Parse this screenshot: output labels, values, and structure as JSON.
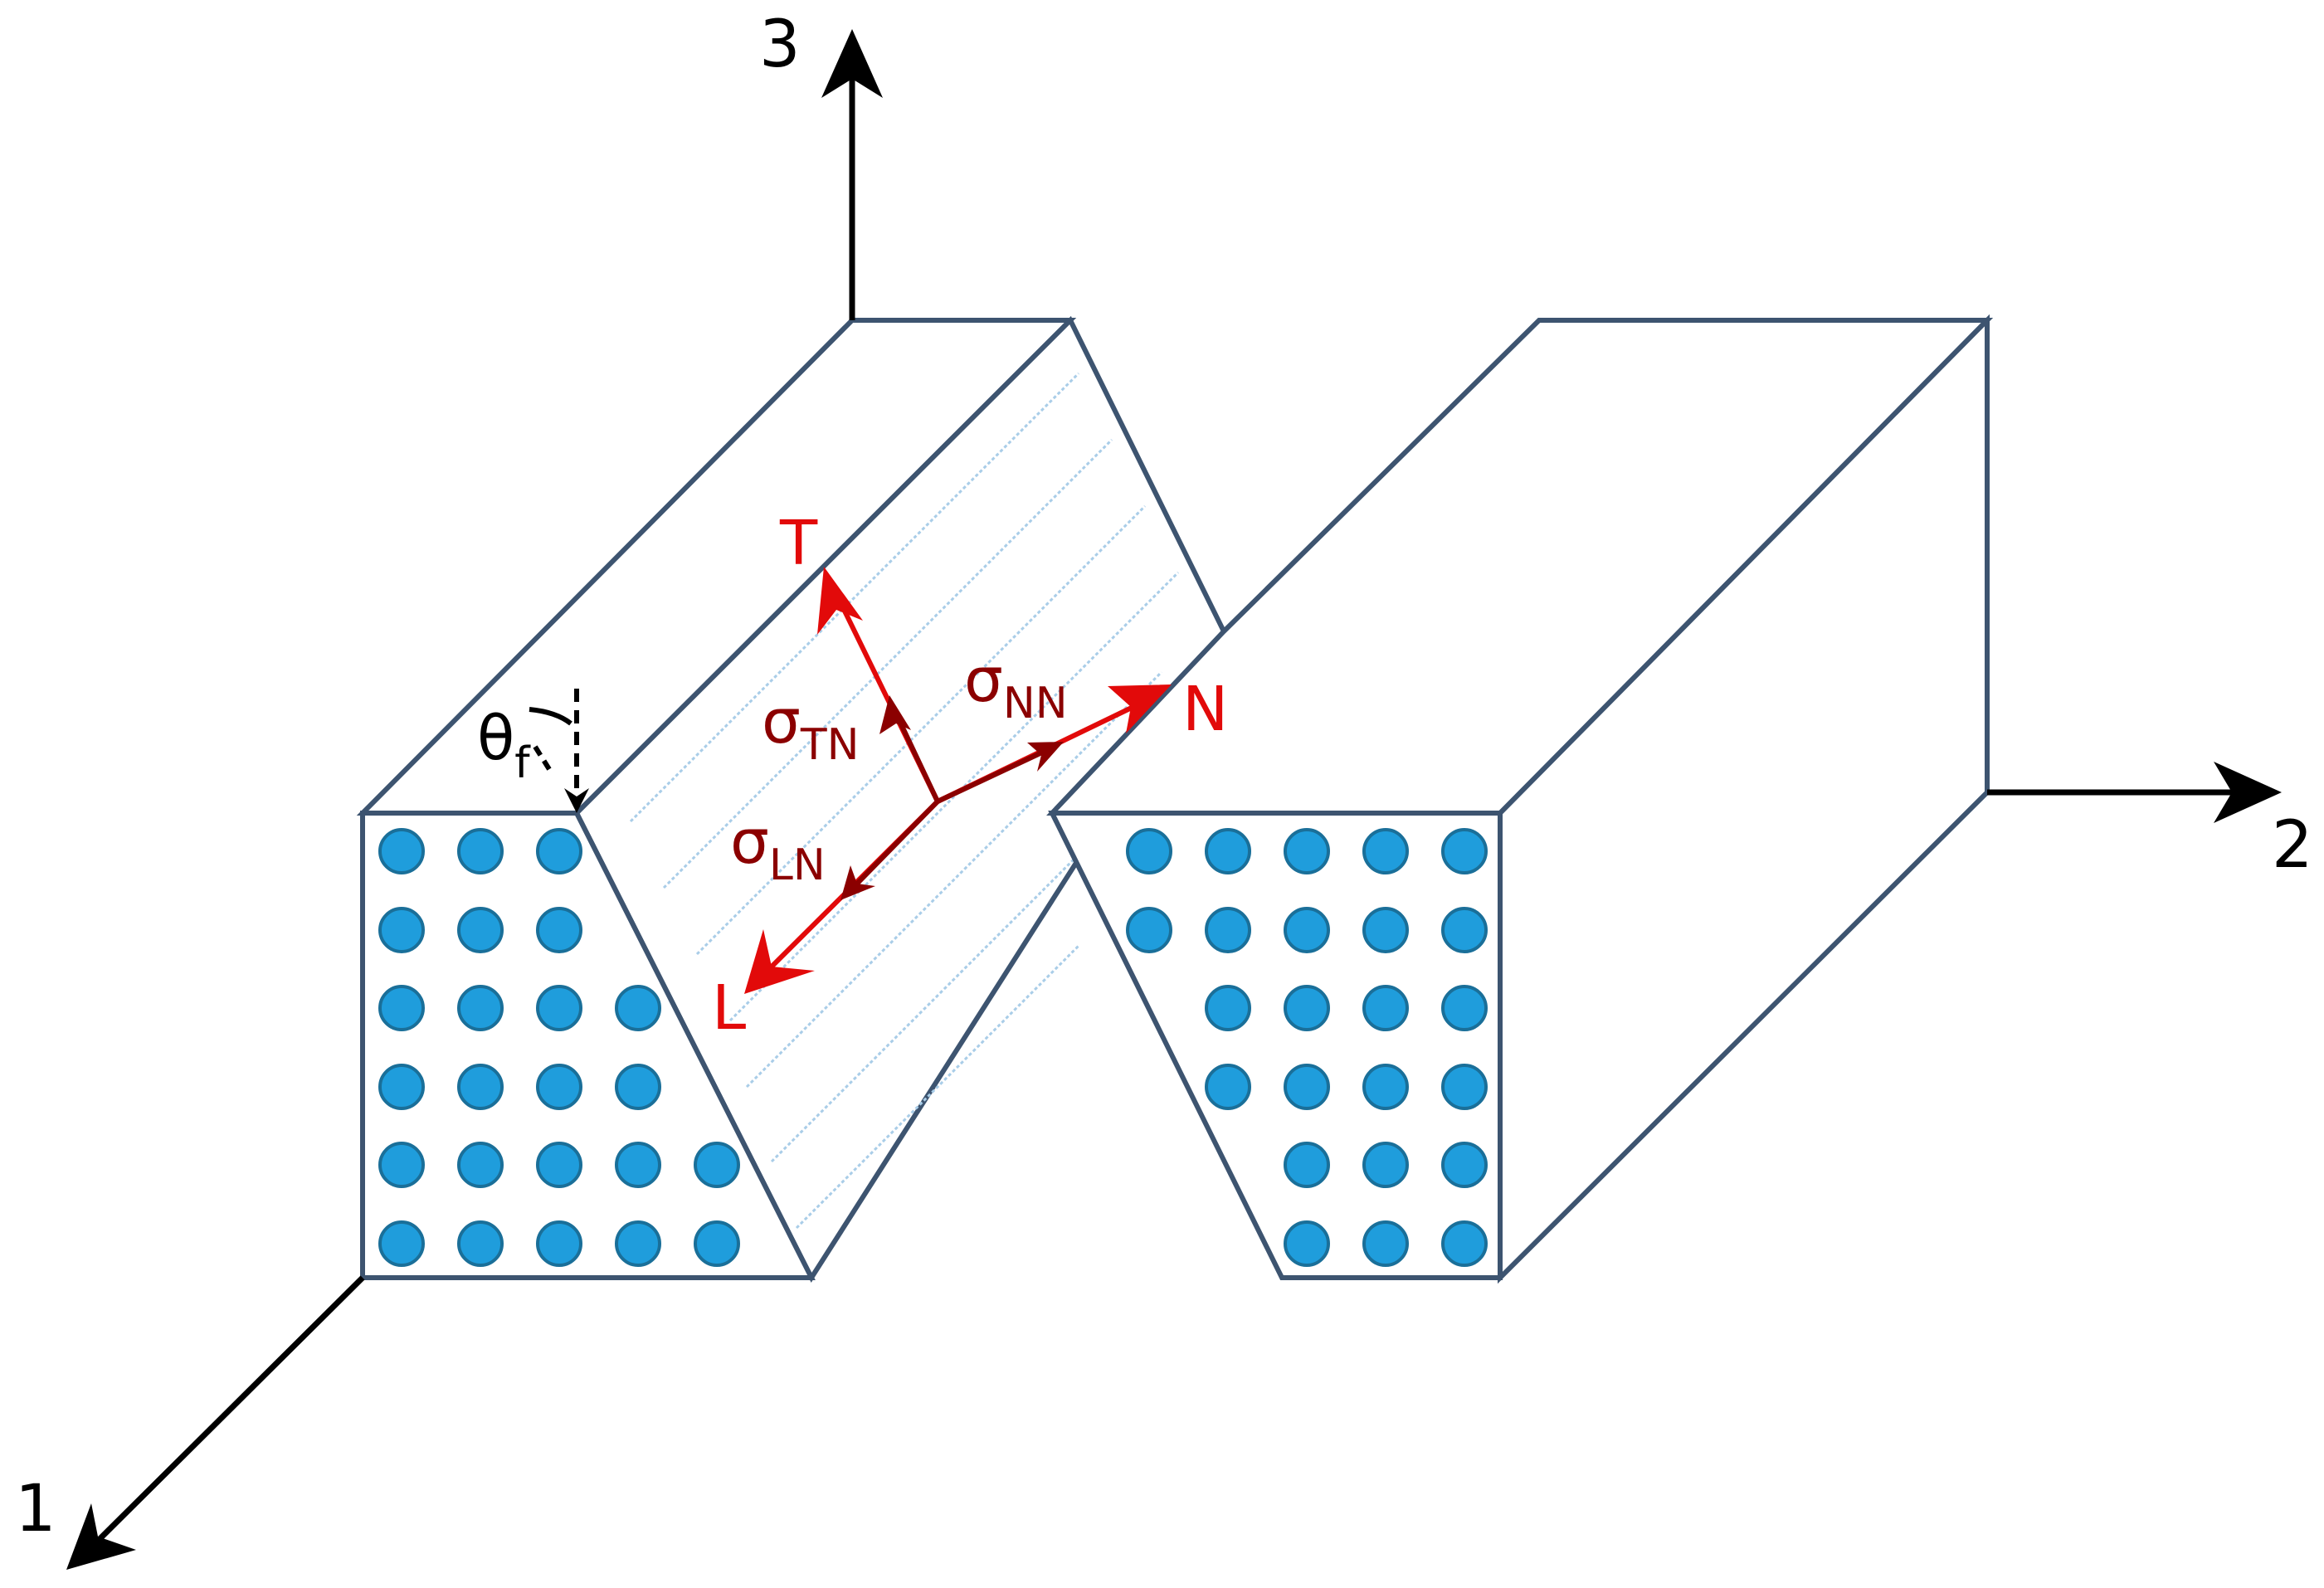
{
  "axes": {
    "axis_1": "1",
    "axis_2": "2",
    "axis_3": "3"
  },
  "vectors": {
    "T": "T",
    "N": "N",
    "L": "L"
  },
  "stresses": {
    "sigma_TN": {
      "symbol": "σ",
      "sub": "TN"
    },
    "sigma_NN": {
      "symbol": "σ",
      "sub": "NN"
    },
    "sigma_LN": {
      "symbol": "σ",
      "sub": "LN"
    }
  },
  "angle": {
    "symbol": "θ",
    "sub": "f"
  },
  "colors": {
    "block_edge": "#3d5470",
    "fiber_fill": "#1f9ddc",
    "fiber_edge": "#1a6f99",
    "vector": "#e20a0a",
    "stress": "#8b0000",
    "axis": "#000000",
    "hatch": "#a9cde8"
  }
}
